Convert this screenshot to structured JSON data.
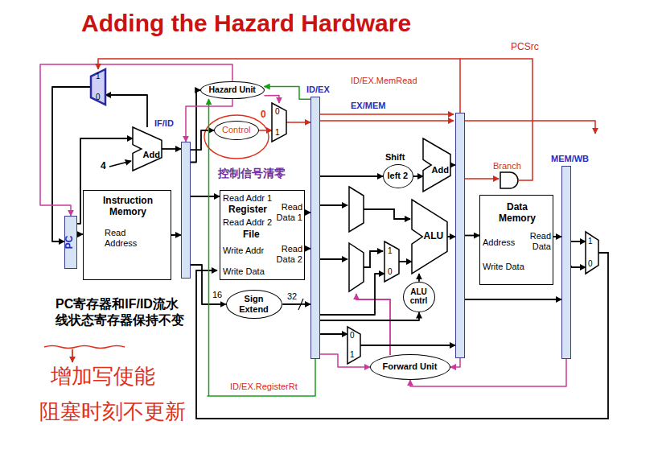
{
  "diagram": {
    "title": "Adding the Hazard Hardware",
    "nodes": [
      {
        "text": [
          "1",
          "0"
        ]
      },
      {
        "text": [
          "Hazard Unit"
        ]
      },
      {
        "text": [
          "Control"
        ]
      },
      {
        "text": [
          "0",
          "1"
        ]
      },
      {
        "text": [
          "Add"
        ]
      },
      {
        "text": [
          "IF/ID"
        ]
      },
      {
        "text": [
          "Instruction Memory",
          "Read Address"
        ]
      },
      {
        "text": [
          "PC"
        ]
      },
      {
        "text": [
          "Read Addr 1",
          "Register",
          "Read Addr 2",
          "File",
          "Write Addr",
          "Write Data",
          "Read Data 1",
          "Read Data 2"
        ]
      },
      {
        "text": [
          "Sign Extend"
        ]
      },
      {
        "text": [
          "ID/EX"
        ]
      },
      {
        "text": [
          "Shift",
          "left 2"
        ]
      },
      {
        "text": [
          "Add"
        ]
      },
      {
        "text": [
          "ALU"
        ]
      },
      {
        "text": [
          "1",
          "0"
        ]
      },
      {
        "text": [
          "ALU cntrl"
        ]
      },
      {
        "text": [
          "0",
          "1"
        ]
      },
      {
        "text": [
          "Forward Unit"
        ]
      },
      {
        "text": [
          "EX/MEM"
        ]
      },
      {
        "text": [
          "Data Memory",
          "Address",
          "Read Data",
          "Write Data"
        ]
      },
      {
        "text": [
          "MEM/WB"
        ]
      },
      {
        "text": [
          "1",
          "0"
        ]
      }
    ],
    "edges": [
      {
        "from": 0,
        "to": 7,
        "arrow": "to"
      },
      {
        "from": 7,
        "to": 6,
        "arrow": "to"
      },
      {
        "from": 7,
        "to": 4,
        "arrow": "to"
      },
      {
        "from": 6,
        "to": 5,
        "arrow": "to"
      },
      {
        "from": 4,
        "to": 5,
        "arrow": "to"
      },
      {
        "from": 4,
        "to": 0,
        "arrow": "to"
      },
      {
        "from": 5,
        "to": 8,
        "arrow": "to"
      },
      {
        "from": 5,
        "to": 2,
        "arrow": "to"
      },
      {
        "from": 5,
        "to": 1,
        "arrow": "to"
      },
      {
        "from": 2,
        "to": 3,
        "arrow": "to"
      },
      {
        "from": 1,
        "to": 3,
        "arrow": "to"
      },
      {
        "from": 3,
        "to": 10,
        "arrow": "to"
      },
      {
        "from": 1,
        "to": 7,
        "arrow": "to"
      },
      {
        "from": 1,
        "to": 5,
        "arrow": "to"
      },
      {
        "from": 5,
        "to": 9,
        "arrow": "to"
      },
      {
        "from": 8,
        "to": 10,
        "arrow": "to"
      },
      {
        "from": 8,
        "to": 10,
        "arrow": "to"
      },
      {
        "from": 9,
        "to": 10,
        "arrow": "to"
      },
      {
        "from": 10,
        "to": 11,
        "arrow": "to"
      },
      {
        "from": 11,
        "to": 12,
        "arrow": "to"
      },
      {
        "from": 10,
        "to": 14,
        "arrow": "to"
      },
      {
        "from": 14,
        "to": 13,
        "arrow": "to"
      },
      {
        "from": 10,
        "to": 15,
        "arrow": "to"
      },
      {
        "from": 15,
        "to": 13,
        "arrow": "to"
      },
      {
        "from": 10,
        "to": 16,
        "arrow": "to"
      },
      {
        "from": 16,
        "to": 18,
        "arrow": "to"
      },
      {
        "from": 12,
        "to": 18,
        "arrow": "to"
      },
      {
        "from": 13,
        "to": 18,
        "arrow": "to"
      },
      {
        "from": 18,
        "to": 19,
        "arrow": "to"
      },
      {
        "from": 18,
        "to": 20,
        "arrow": "to"
      },
      {
        "from": 19,
        "to": 20,
        "arrow": "to"
      },
      {
        "from": 20,
        "to": 21,
        "arrow": "to"
      },
      {
        "from": 20,
        "to": 21,
        "arrow": "to"
      },
      {
        "from": 18,
        "to": 0,
        "arrow": "to"
      },
      {
        "from": 10,
        "to": 17,
        "arrow": "to"
      },
      {
        "from": 18,
        "to": 17,
        "arrow": "to"
      },
      {
        "from": 20,
        "to": 17,
        "arrow": "to"
      },
      {
        "from": 10,
        "to": 1,
        "arrow": "to"
      },
      {
        "from": 10,
        "to": 1,
        "arrow": "to"
      }
    ],
    "labels": [
      "PCSrc",
      "ID/EX.MemRead",
      "0",
      "控制信号清零",
      "4",
      "16",
      "32",
      "Branch",
      "ID/EX.RegisterRt",
      "PC寄存器和IF/ID流水线状态寄存器保持不变",
      "增加写使能",
      "阻塞时刻不更新"
    ]
  }
}
